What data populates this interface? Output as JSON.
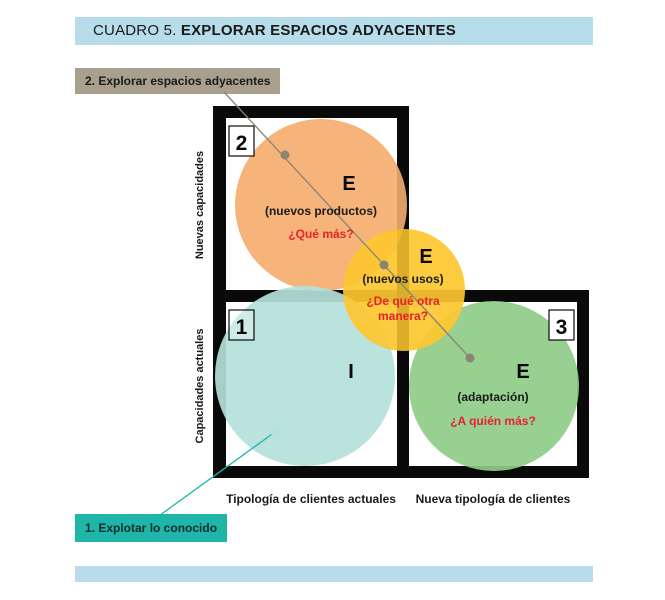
{
  "header": {
    "prefix": "CUADRO 5.",
    "title": "EXPLORAR ESPACIOS ADYACENTES"
  },
  "callouts": {
    "adjacent": "2. Explorar espacios adyacentes",
    "exploit": "1. Explotar lo conocido"
  },
  "axes": {
    "y_top": "Nuevas capacidades",
    "y_bottom": "Capacidades actuales",
    "x_left": "Tipología de clientes actuales",
    "x_right": "Nueva tipología de clientes"
  },
  "quadrants": {
    "q1": "1",
    "q2": "2",
    "q3": "3"
  },
  "circles": {
    "products": {
      "letter": "E",
      "label": "(nuevos productos)",
      "question": "¿Qué más?",
      "color": "#f6b073"
    },
    "uses": {
      "letter": "E",
      "label": "(nuevos usos)",
      "question_line1": "¿De qué otra",
      "question_line2": "manera?",
      "color": "#fdc72f"
    },
    "adaptation": {
      "letter": "E",
      "label": "(adaptación)",
      "question": "¿A quién más?",
      "color": "#8fcc89"
    },
    "known": {
      "letter": "I",
      "color": "#b3e1d9"
    }
  },
  "colors": {
    "band": "#b7dcea",
    "callout_adjacent": "#a8a08c",
    "callout_exploit": "#1fb6a9",
    "question_red": "#e8202a",
    "frame": "#0a0a0a"
  }
}
